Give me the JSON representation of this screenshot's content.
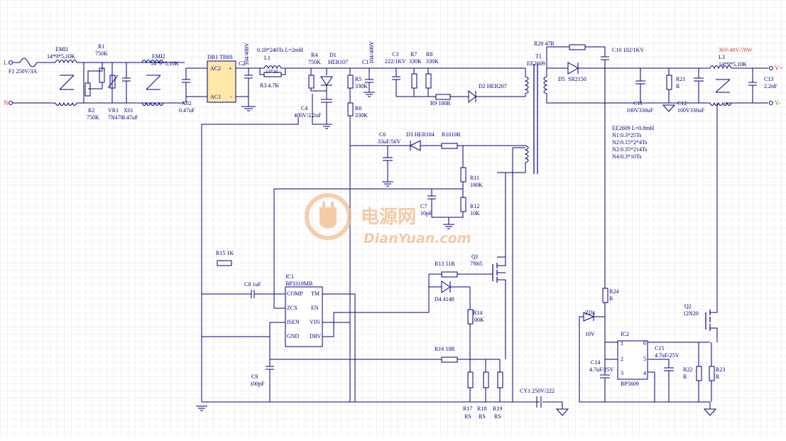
{
  "colors": {
    "wire": "#000080",
    "grid": "#e6e6e6",
    "output_label": "#e03030",
    "gnd_label": "#20a020",
    "chip_fill": "#ffe8a8",
    "watermark": "#f2b98a"
  },
  "terminals": {
    "L": "L",
    "N": "N",
    "vplus": "V+",
    "vminus": "V-"
  },
  "labels": {
    "F1": "F1  250V/3A",
    "EMI1": "EMI1",
    "EMI1v": "14*9*5,10K",
    "R1": "R1",
    "R1v": "750K",
    "R2": "R2",
    "R2v": "750K",
    "VR1": "VR1",
    "VR1v": "7N470",
    "X01": "X01",
    "X01v": "0.47uF",
    "EMI2": "EMI2",
    "EMI2v": "14*9*5,10K",
    "X02": "X02",
    "X02v": "0.47uF",
    "DB1": "DB1  TB8S",
    "AC2": "AC2",
    "AC1": "AC1",
    "plus": "+",
    "minus": "-",
    "C2": "C2",
    "C2v": "104/400V",
    "L1v": "0.18*240Ts L=2mH",
    "L1": "L1",
    "L1core": "14*16",
    "R3": "R3  4.7K",
    "R4": "R4",
    "R4v": "750K",
    "D1": "D1",
    "D1v": "HER107",
    "C4": "C4",
    "C4v": "400V/2.2uF",
    "R5": "R5",
    "R5v": "330K",
    "R6": "R6",
    "R6v": "330K",
    "C1": "C1",
    "C1v": "104/400V",
    "C3": "C3",
    "C3v": "222/1KV",
    "R7": "R7",
    "R7v": "330K",
    "R8": "R8",
    "R8v": "330K",
    "R9": "R9  100R",
    "D2": "D2  HER207",
    "R20": "R20  47R",
    "C10": "C10  102/1KV",
    "T1": "T1",
    "T1v": "EE2609",
    "D5": "D5",
    "D5v": "SR2150",
    "C11": "C11",
    "C11v": "100V330uF",
    "C12": "C12",
    "C12v": "100V330uF",
    "R21": "R21",
    "R21v": "R",
    "out_spec": "36V-48V/70W",
    "L3": "L3",
    "L3v": "14*9*5,10K",
    "C13": "C13",
    "C13v": "2.2nF",
    "xfmr1": "EE2609       L=0.8mH",
    "xfmr2": "N1:0.3*25Ts",
    "xfmr3": "N2:0.15*2*4Ts",
    "xfmr4": "N2:0.35*214Ts",
    "xfmr5": "N4:0.3*10Ts",
    "C6": "C6",
    "C6v": "33uF/50V",
    "D3": "D3  HER104",
    "R10": "R1010R",
    "R11": "R11",
    "R11v": "180K",
    "C7": "C7",
    "C7v": "10pF",
    "R12": "R12",
    "R12v": "10K",
    "R15": "R15  1K",
    "C8": "C8   1uF",
    "IC1": "IC1",
    "IC1v": "BP3319MB",
    "COMP": "COMP",
    "TM": "TM",
    "ZCS": "ZCS",
    "EN": "EN",
    "ISEN": "ISEN",
    "VIN": "VIN",
    "GND": "GND",
    "DRV": "DRV",
    "C9": "C9",
    "C9v": "100pF",
    "Q1": "Q1",
    "Q1v": "7N65",
    "R13": "R13  51R",
    "D4": "D4   4148",
    "R14": "R14",
    "R14v": "100K",
    "R16": "R16  10R",
    "R17": "R17",
    "R17v": "RS",
    "R18": "R18",
    "R18v": "RS",
    "R19": "R19",
    "R19v": "RS",
    "CY1": "CY1  250V/222",
    "R24": "R24",
    "R24v": "R",
    "ZD1": "ZD1",
    "ZD1v": "10V",
    "IC2": "IC2",
    "IC2v": "BP5609",
    "pin1": "1",
    "pin2": "2",
    "pin3": "3",
    "pin4": "4",
    "pin5": "5",
    "pin6": "6",
    "C14": "C14",
    "C14v": "4.7uF/25V",
    "C15": "C15",
    "C15v": "4.7uF/25V",
    "R22": "R22",
    "R22v": "R",
    "R23": "R23",
    "R23v": "R",
    "Q2": "Q2",
    "Q2v": "12N20"
  },
  "watermark": {
    "cn": "电源网",
    "en": "DianYuan.com"
  }
}
